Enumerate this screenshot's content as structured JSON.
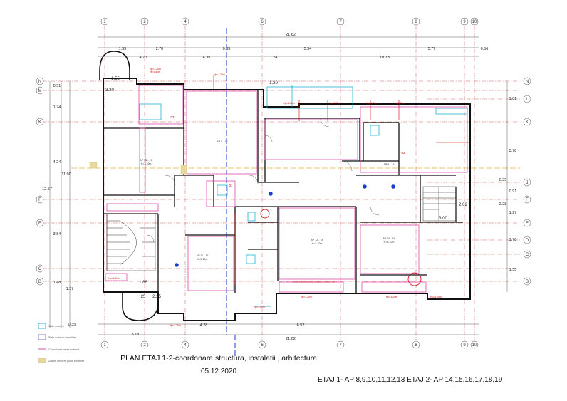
{
  "title": "PLAN ETAJ 1-2-coordonare structura, instalatii , arhitectura",
  "date": "05.12.2020",
  "floors_note": "ETAJ 1- AP 8,9,10,11,12,13     ETAJ 2- AP 14,15,16,17,18,19",
  "grid_columns_top": [
    "1",
    "2",
    "4",
    "6",
    "7",
    "8",
    "9",
    "10"
  ],
  "grid_columns_bottom": [
    "1",
    "2",
    "4",
    "6",
    "7",
    "8",
    "9",
    "10"
  ],
  "grid_rows_left": [
    "N",
    "M",
    "K",
    "F",
    "E",
    "C",
    "B"
  ],
  "grid_rows_right": [
    "N",
    "L",
    "K",
    "J",
    "F",
    "E",
    "D",
    "C",
    "B"
  ],
  "top_dims": {
    "total": "21.62",
    "row2": [
      "1.55",
      "2.70",
      "0.35",
      "5.54",
      "5.77",
      "0.56"
    ],
    "row3": [
      "4.70",
      "4.35",
      "1.24",
      "10.73"
    ]
  },
  "bottom_dims": {
    "row1": [
      "3.18",
      "4.28",
      "6.52"
    ],
    "total": "21.62"
  },
  "left_dims": [
    "0.51",
    "1.74",
    "4.24",
    "11.90",
    "12.57",
    "3.84",
    "1.48",
    "1.57",
    "0.35"
  ],
  "right_dims": [
    "1.81",
    "3.78",
    "0.35",
    "0.91",
    "2.28",
    "1.27",
    "1.70",
    "1.55"
  ],
  "room_labels": {
    "ap_left": "AP 13 - 19",
    "ap_left_h": "H=3.10m",
    "ap_mid": "AP 8 - 15",
    "ap_center": "AP 12 - 18",
    "ap_center_h": "H=3.10m",
    "ap_right_top": "AP 9 - 14",
    "ap_right_bottom": "AP 10 - 16",
    "ap_right_bottom_h": "H=3.10m",
    "ap_lower_left": "AP 11 - 17",
    "ap_lower_left_h": "H=3.10m",
    "stair_left_num": "25",
    "stair_left_dim": "2.25",
    "dim_330": "3.30",
    "dim_155": "1.55",
    "dim_186": "1.86",
    "dim_120": "1.20",
    "dim_300": "3.00",
    "dim_202": "2.02",
    "a_02": "02",
    "a_01": "01",
    "a_02b": "02",
    "sill": "Hp=1.20m",
    "sill2": "Hf=1.40m"
  },
  "legend": [
    {
      "text": "Stalp existent",
      "color": "#00a8c8"
    },
    {
      "text": "Stalp existent consolidat",
      "color": "#6a5acd"
    },
    {
      "text": "Consolidare pereti existenti",
      "color": "#d94fa8"
    },
    {
      "text": "Zidarie umplere goluri existente",
      "color": "#e8d7a0"
    }
  ],
  "colors": {
    "grid": "#d06060",
    "wall": "#111111",
    "red": "#cc0000",
    "magenta": "#d94fa8",
    "cyan": "#00a8c8",
    "blue": "#1a3cd0",
    "yellow": "#d8c26a"
  }
}
